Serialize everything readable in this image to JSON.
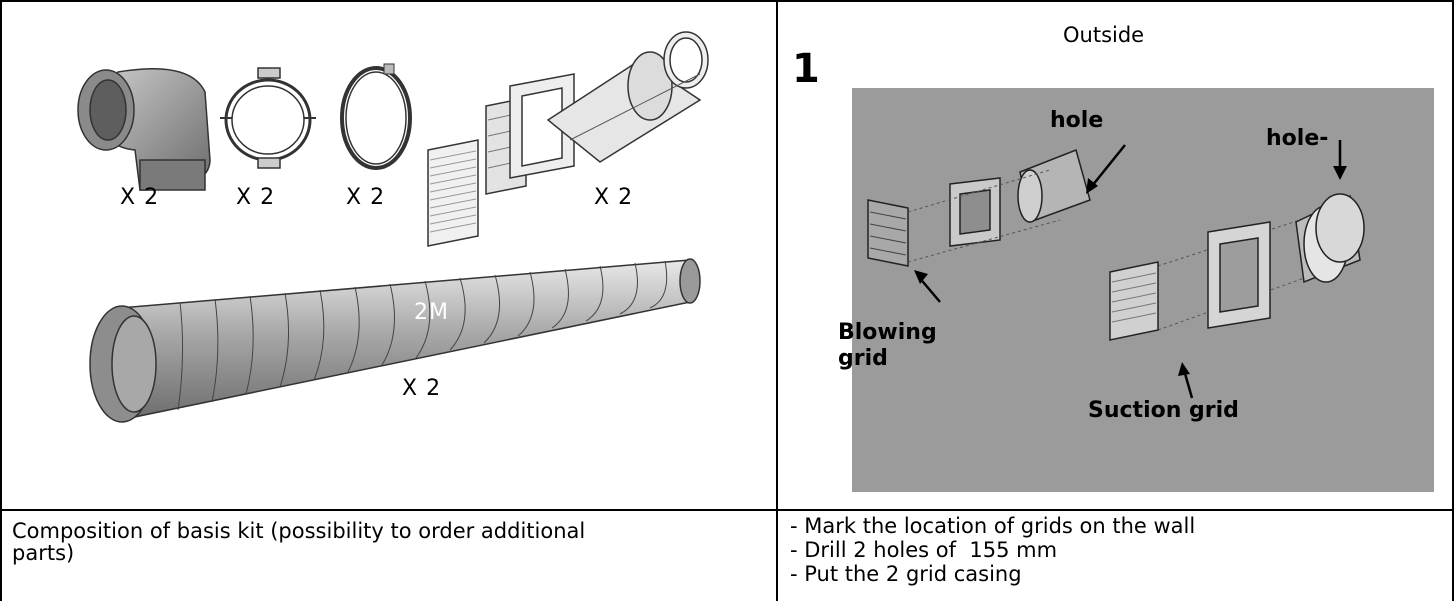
{
  "left": {
    "quantities": [
      "X 2",
      "X 2",
      "X 2",
      "X 2"
    ],
    "duct_length": "2M",
    "duct_quantity": "X 2",
    "caption": "Composition of basis kit (possibility to order additional\nparts)"
  },
  "right": {
    "step_number": "1",
    "title": "Outside",
    "labels": {
      "hole_left": "hole",
      "hole_right": "hole-",
      "blowing": "Blowing\ngrid",
      "suction": "Suction grid"
    },
    "instructions": "- Mark the location of grids on the wall\n- Drill 2 holes of  155 mm\n- Put the 2 grid casing"
  }
}
